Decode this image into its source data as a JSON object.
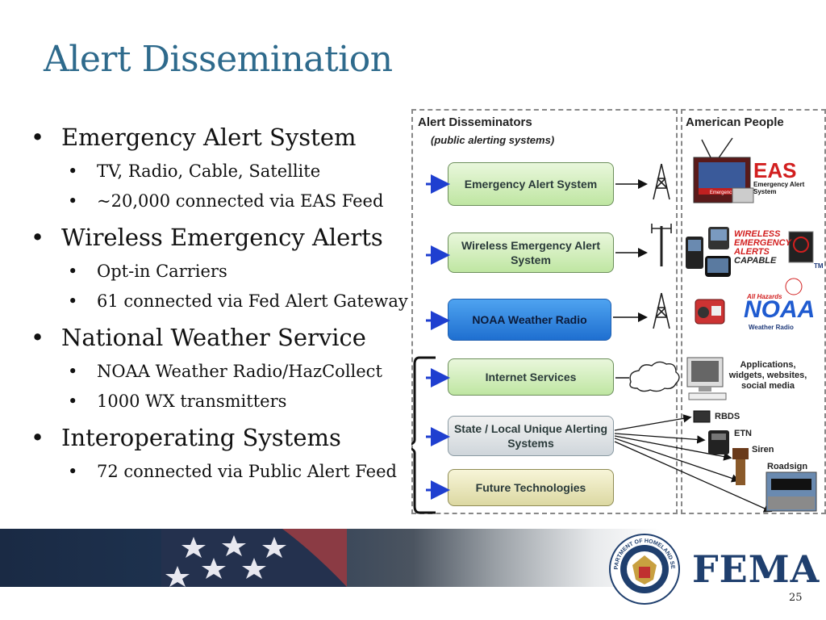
{
  "slide": {
    "title": "Alert Dissemination",
    "page_number": "25"
  },
  "bullets": [
    {
      "text": "Emergency Alert System",
      "sub": [
        "TV, Radio, Cable, Satellite",
        "~20,000 connected via EAS Feed"
      ]
    },
    {
      "text": "Wireless Emergency Alerts",
      "sub": [
        "Opt-in Carriers",
        "61 connected via Fed Alert Gateway"
      ]
    },
    {
      "text": "National Weather Service",
      "sub": [
        "NOAA Weather Radio/HazCollect",
        "1000 WX transmitters"
      ]
    },
    {
      "text": "Interoperating Systems",
      "sub": [
        "72 connected via Public Alert Feed"
      ]
    }
  ],
  "diagram": {
    "left_header": "Alert Disseminators",
    "left_subheader": "(public alerting systems)",
    "right_header": "American People",
    "systems": [
      {
        "label": "Emergency Alert System"
      },
      {
        "label": "Wireless Emergency Alert System"
      },
      {
        "label": "NOAA Weather Radio"
      },
      {
        "label": "Internet Services"
      },
      {
        "label": "State / Local Unique Alerting Systems"
      },
      {
        "label": "Future Technologies"
      }
    ],
    "receivers": {
      "eas_logo": "EAS",
      "eas_logo_sub": "Emergency Alert System",
      "eas_tv_caption": "Emergency",
      "wea_logo_line1": "WIRELESS",
      "wea_logo_line2": "EMERGENCY",
      "wea_logo_line3": "ALERTS",
      "wea_logo_line4": "CAPABLE",
      "wea_tm": "TM",
      "noaa_top": "All Hazards",
      "noaa_logo": "NOAA",
      "noaa_sub": "Weather Radio",
      "internet_label": "Applications, widgets, websites, social media",
      "rbds": "RBDS",
      "etn": "ETN",
      "siren": "Siren",
      "roadsign": "Roadsign"
    }
  },
  "footer": {
    "agency": "FEMA",
    "seal_text": "U.S. DEPARTMENT OF HOMELAND SECURITY"
  },
  "colors": {
    "title": "#2e6a8c",
    "fema": "#1f3f6e",
    "arrow_blue": "#1f3fd0"
  }
}
